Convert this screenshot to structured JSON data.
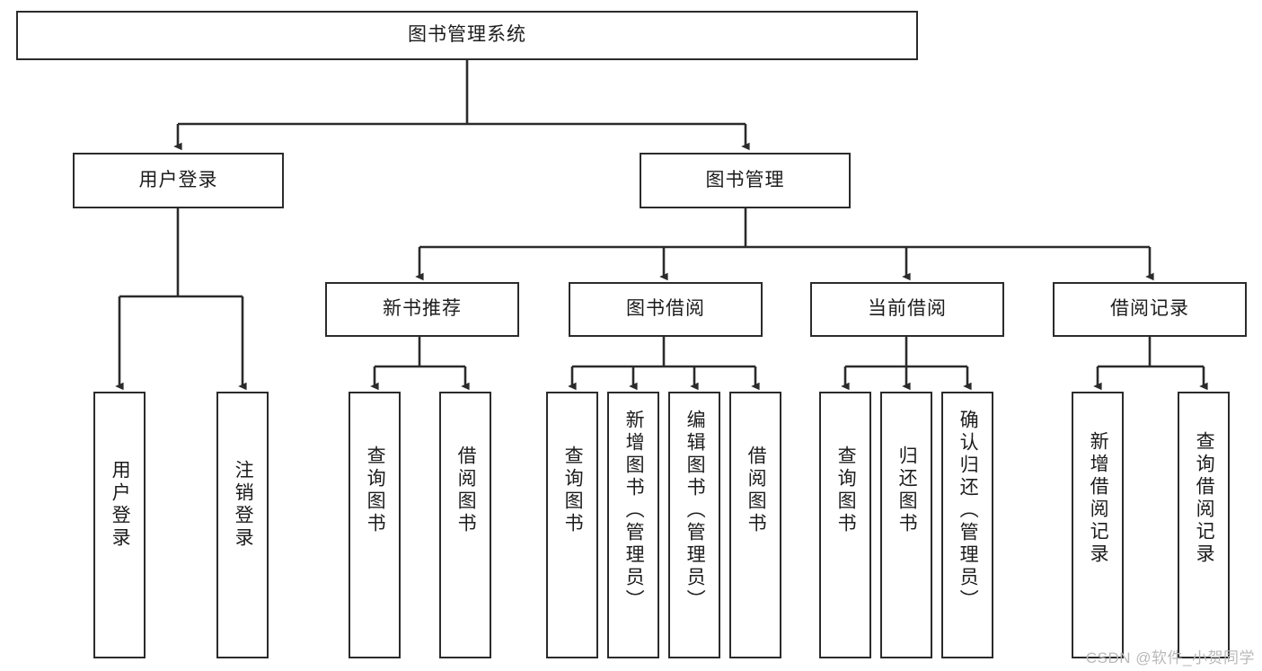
{
  "diagram": {
    "title": "图书管理系统",
    "type": "tree-hierarchy",
    "watermark": "CSDN @软件_小贺同学",
    "colors": {
      "background": "#ffffff",
      "node_border": "#2b2b2b",
      "node_fill": "#ffffff",
      "edge": "#2b2b2b",
      "text": "#1c1c1c",
      "watermark": "#b9b9b9"
    },
    "root": {
      "label": "图书管理系统"
    },
    "level2": [
      {
        "label": "用户登录"
      },
      {
        "label": "图书管理"
      }
    ],
    "level3": [
      {
        "label": "新书推荐"
      },
      {
        "label": "图书借阅"
      },
      {
        "label": "当前借阅"
      },
      {
        "label": "借阅记录"
      }
    ],
    "leaves": {
      "user_login": [
        {
          "label": "用户登录"
        },
        {
          "label": "注销登录"
        }
      ],
      "new_book_recommend": [
        {
          "label": "查询图书"
        },
        {
          "label": "借阅图书"
        }
      ],
      "book_borrow": [
        {
          "label": "查询图书"
        },
        {
          "label": "新增图书（管理员）"
        },
        {
          "label": "编辑图书（管理员）"
        },
        {
          "label": "借阅图书"
        }
      ],
      "current_borrow": [
        {
          "label": "查询图书"
        },
        {
          "label": "归还图书"
        },
        {
          "label": "确认归还（管理员）"
        }
      ],
      "borrow_record": [
        {
          "label": "新增借阅记录"
        },
        {
          "label": "查询借阅记录"
        }
      ]
    }
  }
}
